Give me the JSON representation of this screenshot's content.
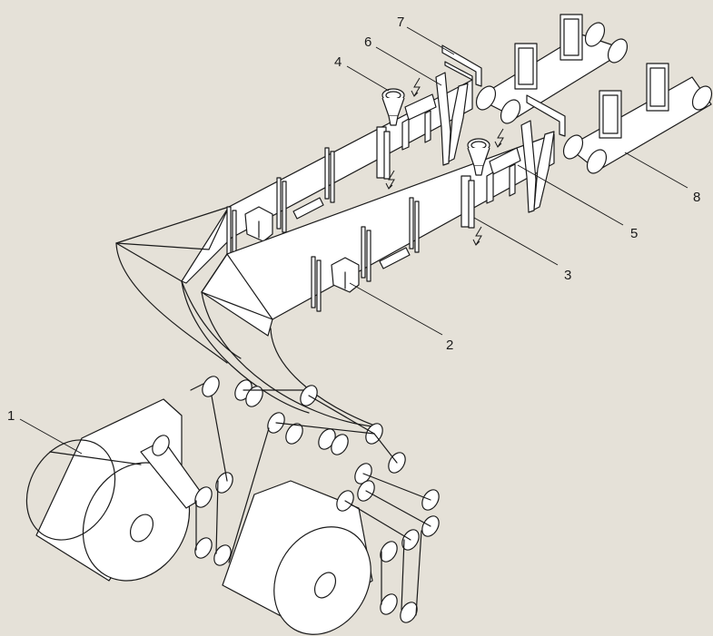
{
  "labels": [
    "1",
    "2",
    "3",
    "4",
    "5",
    "6",
    "7",
    "8"
  ],
  "colors": {
    "background": "#e5e1d8",
    "ink": "#1a1a1a",
    "fill": "#ffffff"
  }
}
